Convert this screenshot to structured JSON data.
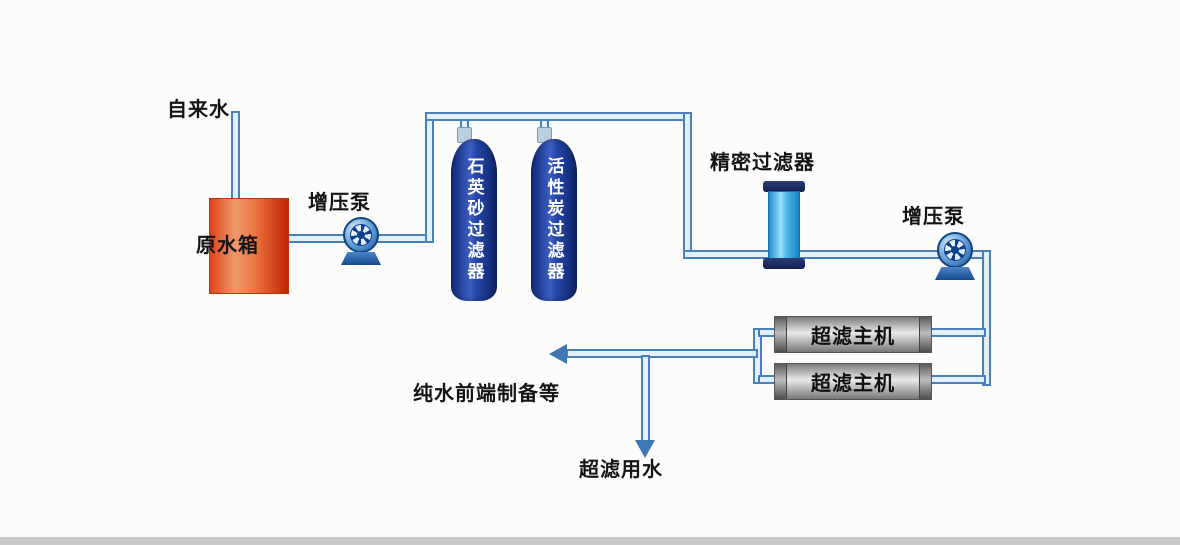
{
  "diagram": {
    "labels": {
      "tap_water": "自来水",
      "raw_water_tank": "原水箱",
      "booster_pump_left": "增压泵",
      "quartz_sand_filter": "石英砂过滤器",
      "activated_carbon_filter": "活性炭过滤器",
      "precision_filter": "精密过滤器",
      "booster_pump_right": "增压泵",
      "uf_unit_top": "超滤主机",
      "uf_unit_bottom": "超滤主机",
      "pure_water_output": "纯水前端制备等",
      "uf_water_output": "超滤用水"
    },
    "colors": {
      "pipe_fill": "#e2f0fb",
      "pipe_border": "#4a80b8",
      "arrow_blue": "#3f76b4",
      "raw_tank_red": "#d93b12",
      "filter_tank_blue": "#14307e",
      "precision_filter_blue": "#49b4e8",
      "pump_blue": "#1b4f96",
      "uf_unit_gray": "#bdbdbd"
    }
  }
}
